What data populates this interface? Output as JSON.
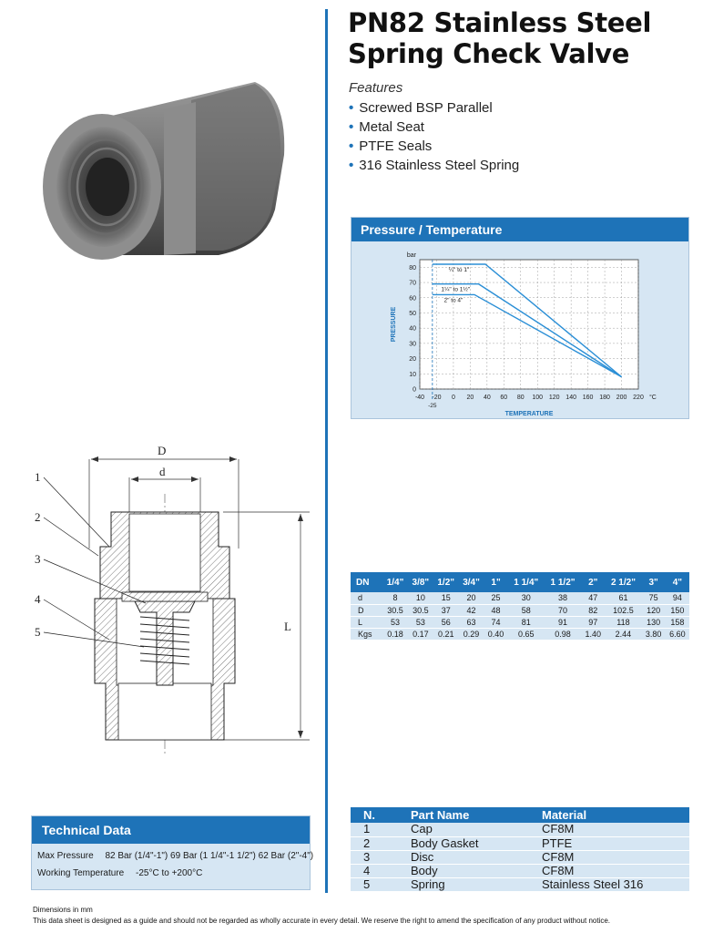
{
  "title_line1": "PN82 Stainless Steel",
  "title_line2": "Spring Check Valve",
  "features_label": "Features",
  "features": [
    "Screwed BSP Parallel",
    "Metal Seat",
    "PTFE Seals",
    "316 Stainless Steel Spring"
  ],
  "accent_color": "#1e73b8",
  "panel_color": "#d6e6f3",
  "chart_panel": {
    "header": "Pressure / Temperature"
  },
  "chart_data": {
    "type": "line",
    "title": "",
    "xlabel": "TEMPERATURE",
    "ylabel": "PRESSURE",
    "y_unit": "bar",
    "x_unit": "°C",
    "xlim": [
      -40,
      220
    ],
    "ylim": [
      0,
      85
    ],
    "x_ticks": [
      -40,
      -20,
      0,
      20,
      40,
      60,
      80,
      100,
      120,
      140,
      160,
      180,
      200,
      220
    ],
    "y_ticks": [
      0,
      10,
      20,
      30,
      40,
      50,
      60,
      70,
      80
    ],
    "extra_x_label": "-25",
    "grid": true,
    "series": [
      {
        "name": "¼\" to 1\"",
        "x": [
          -25,
          38,
          200
        ],
        "y": [
          82,
          82,
          8
        ]
      },
      {
        "name": "1¼\" to 1½\"",
        "x": [
          -25,
          30,
          200
        ],
        "y": [
          69,
          69,
          8
        ]
      },
      {
        "name": "2\" to 4\"",
        "x": [
          -25,
          25,
          200
        ],
        "y": [
          62,
          62,
          8
        ]
      }
    ]
  },
  "drawing": {
    "label_D": "D",
    "label_d": "d",
    "label_L": "L",
    "callouts": [
      "1",
      "2",
      "3",
      "4",
      "5"
    ]
  },
  "dimensions": {
    "headers": [
      "DN",
      "1/4\"",
      "3/8\"",
      "1/2\"",
      "3/4\"",
      "1\"",
      "1 1/4\"",
      "1 1/2\"",
      "2\"",
      "2 1/2\"",
      "3\"",
      "4\""
    ],
    "rows": [
      [
        "d",
        "8",
        "10",
        "15",
        "20",
        "25",
        "30",
        "38",
        "47",
        "61",
        "75",
        "94"
      ],
      [
        "D",
        "30.5",
        "30.5",
        "37",
        "42",
        "48",
        "58",
        "70",
        "82",
        "102.5",
        "120",
        "150"
      ],
      [
        "L",
        "53",
        "53",
        "56",
        "63",
        "74",
        "81",
        "91",
        "97",
        "118",
        "130",
        "158"
      ],
      [
        "Kgs",
        "0.18",
        "0.17",
        "0.21",
        "0.29",
        "0.40",
        "0.65",
        "0.98",
        "1.40",
        "2.44",
        "3.80",
        "6.60"
      ]
    ]
  },
  "parts": {
    "headers": [
      "N.",
      "Part Name",
      "Material"
    ],
    "rows": [
      [
        "1",
        "Cap",
        "CF8M"
      ],
      [
        "2",
        "Body Gasket",
        "PTFE"
      ],
      [
        "3",
        "Disc",
        "CF8M"
      ],
      [
        "4",
        "Body",
        "CF8M"
      ],
      [
        "5",
        "Spring",
        "Stainless Steel 316"
      ]
    ]
  },
  "technical_data": {
    "header": "Technical Data",
    "max_pressure_label": "Max Pressure",
    "max_pressure_value": "82 Bar (1/4\"-1\") 69 Bar (1 1/4\"-1 1/2\") 62 Bar (2\"-4\")",
    "working_temp_label": "Working Temperature",
    "working_temp_value": "-25°C to +200°C"
  },
  "footer": {
    "line1": "Dimensions in mm",
    "line2": "This data sheet is designed as a guide and should not be regarded as wholly accurate in every detail. We reserve the right to amend the specification of any product without notice."
  }
}
